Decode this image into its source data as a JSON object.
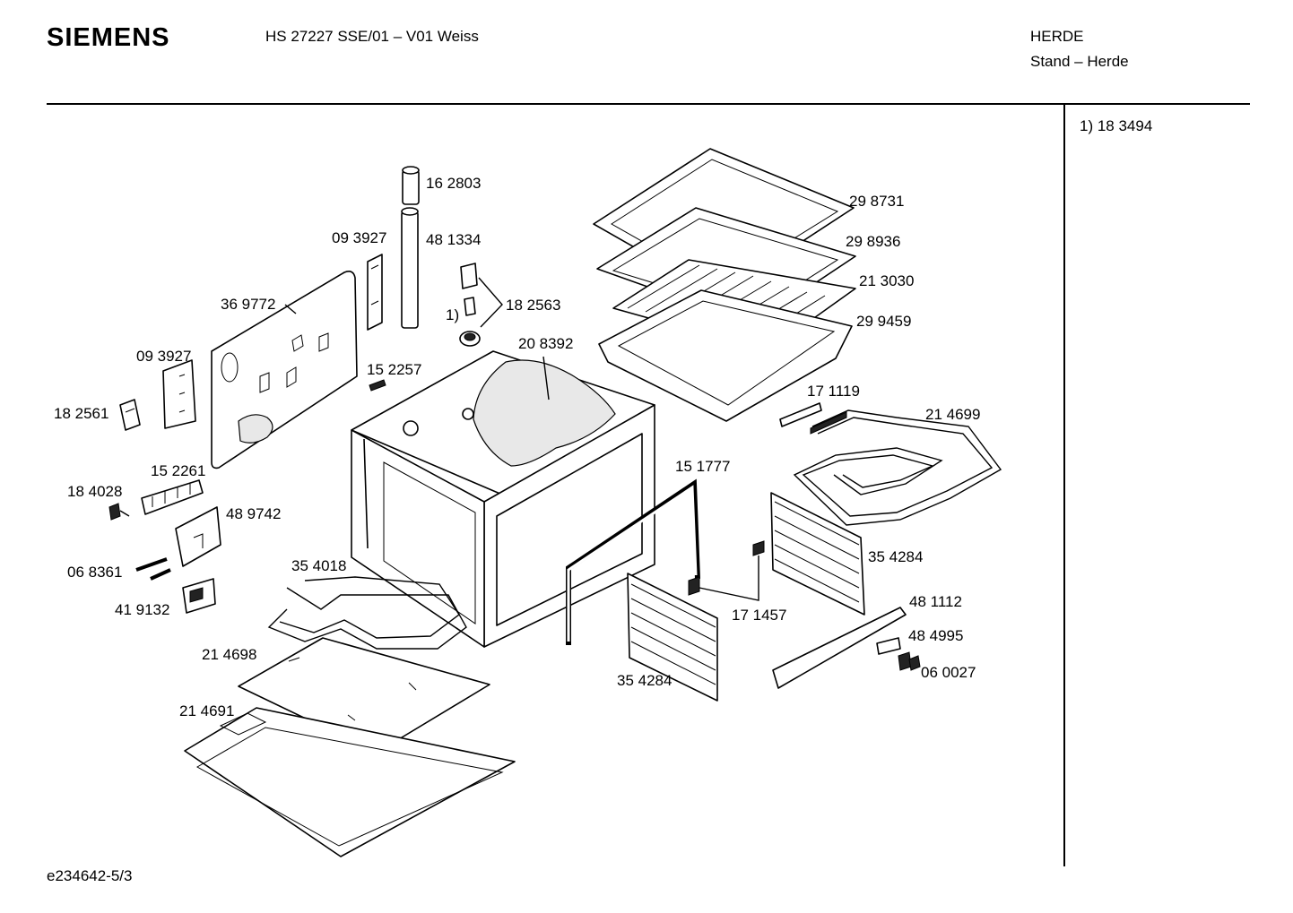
{
  "header": {
    "brand": "SIEMENS",
    "model": "HS 27227 SSE/01 – V01 Weiss",
    "category": "HERDE",
    "subcategory": "Stand – Herde"
  },
  "side_note": "1)  18 3494",
  "footer": {
    "doc_id": "e234642-5/3"
  },
  "parts": [
    "16 2803",
    "48 1334",
    "09 3927",
    "36 9772",
    "18 2563",
    "1)",
    "09 3927",
    "20 8392",
    "15 2257",
    "18 2561",
    "15 2261",
    "18 4028",
    "48 9742",
    "06 8361",
    "41 9132",
    "35 4018",
    "21 4698",
    "21 4691",
    "29 8731",
    "29 8936",
    "21 3030",
    "29 9459",
    "17 1119",
    "21 4699",
    "15 1777",
    "35 4284",
    "17 1457",
    "48 1112",
    "48 4995",
    "06 0027",
    "35 4284"
  ]
}
